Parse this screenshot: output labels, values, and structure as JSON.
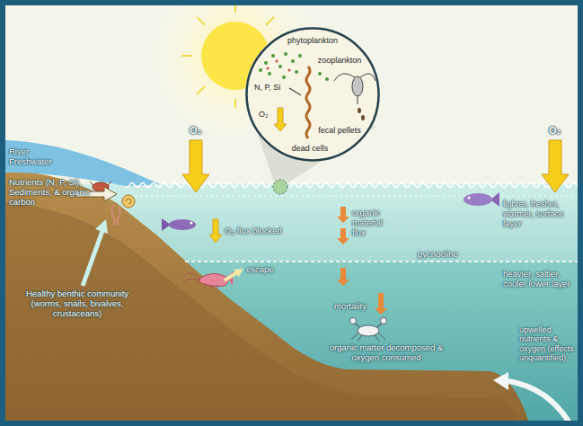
{
  "diagram": {
    "nodes": [
      {
        "text": [
          "phytoplankton",
          "N, P, Si",
          "O₂",
          "dead cells",
          "zooplankton",
          "fecal pellets"
        ]
      }
    ],
    "labels": [
      "O₂",
      "O₂",
      "River Freshwater",
      "Nutrients (N, P, Si), Sediments, & organic carbon",
      "O₂ flux blocked",
      "organic material flux",
      "lighter, fresher, warmer, surface layer",
      "pycnocline",
      "escape",
      "heavier, saltier, cooler lower layer",
      "mortality",
      "organic matter decomposed & oxygen consumed",
      "upwelled nutrients & oxygen (effects unquantified)",
      "Healthy benthic community (worms, snails, bivalves, crustaceans)"
    ]
  }
}
